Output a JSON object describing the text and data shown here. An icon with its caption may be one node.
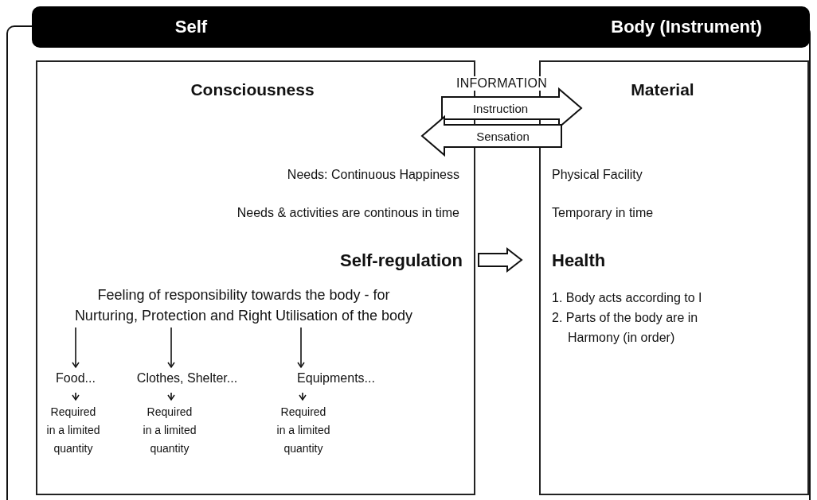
{
  "diagram": {
    "nodes": [
      {
        "text": [
          "Self",
          "Body (Instrument)"
        ]
      },
      {
        "text": [
          "Consciousness",
          "Needs: Continuous Happiness",
          "Needs & activities are continous in time"
        ],
        "in": 0
      },
      {
        "text": [
          "Material",
          "Physical Facility",
          "Temporary in time"
        ],
        "in": 0
      },
      {
        "text": [
          "Self-regulation"
        ],
        "in": 1
      },
      {
        "text": [
          "Health",
          "1. Body acts according to I",
          "2. Parts of the body are in Harmony (in order)"
        ],
        "in": 2
      },
      {
        "text": [
          "Feeling of responsibility towards the body - for Nurturing, Protection and Right Utilisation of the body"
        ],
        "in": 1
      },
      {
        "text": [
          "Food..."
        ],
        "in": 1
      },
      {
        "text": [
          "Clothes, Shelter..."
        ],
        "in": 1
      },
      {
        "text": [
          "Equipments..."
        ],
        "in": 1
      },
      {
        "text": [
          "Required in a limited quantity"
        ],
        "in": 1
      },
      {
        "text": [
          "Required in a limited quantity"
        ],
        "in": 1
      },
      {
        "text": [
          "Required in a limited quantity"
        ],
        "in": 1
      }
    ],
    "edges": [
      {
        "from": 1,
        "to": 2,
        "arrow": "to",
        "label": "Instruction",
        "style": "thick"
      },
      {
        "from": 2,
        "to": 1,
        "arrow": "to",
        "label": "Sensation",
        "style": "thick"
      },
      {
        "from": 3,
        "to": 4,
        "arrow": "to",
        "style": "thick"
      },
      {
        "from": 5,
        "to": 6,
        "arrow": "to"
      },
      {
        "from": 5,
        "to": 7,
        "arrow": "to"
      },
      {
        "from": 5,
        "to": 8,
        "arrow": "to"
      },
      {
        "from": 6,
        "to": 9,
        "arrow": "to"
      },
      {
        "from": 7,
        "to": 10,
        "arrow": "to"
      },
      {
        "from": 8,
        "to": 11,
        "arrow": "to"
      }
    ],
    "labels": [
      "INFORMATION"
    ]
  }
}
